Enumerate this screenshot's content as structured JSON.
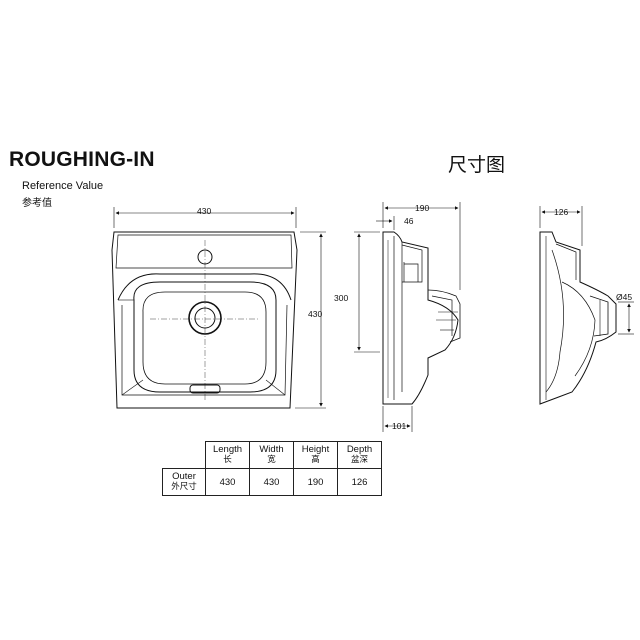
{
  "header": {
    "title": "ROUGHING-IN",
    "title_cn": "尺寸图",
    "reference_en": "Reference Value",
    "reference_cn": "参考值"
  },
  "front_view": {
    "width_label": "430",
    "height_label": "430"
  },
  "side_view": {
    "total_depth_label": "190",
    "flange_label": "46",
    "height_label": "300",
    "bottom_label": "101"
  },
  "end_view": {
    "depth_label": "126",
    "drain_label": "Ø45"
  },
  "table": {
    "headers": [
      {
        "en": "Length",
        "cn": "长"
      },
      {
        "en": "Width",
        "cn": "宽"
      },
      {
        "en": "Height",
        "cn": "高"
      },
      {
        "en": "Depth",
        "cn": "盆深"
      }
    ],
    "row_label_en": "Outer",
    "row_label_cn": "外尺寸",
    "values": [
      "430",
      "430",
      "190",
      "126"
    ]
  }
}
